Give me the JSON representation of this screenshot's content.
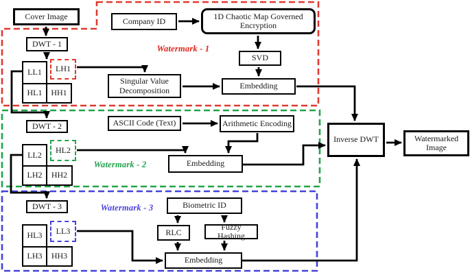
{
  "diagram": {
    "description": "Triple watermark embedding scheme flow diagram",
    "nodes": {
      "cover_image": {
        "label": "Cover Image"
      },
      "dwt1": {
        "label": "DWT - 1"
      },
      "ll1": {
        "label": "LL1"
      },
      "lh1": {
        "label": "LH1"
      },
      "hl1": {
        "label": "HL1"
      },
      "hh1": {
        "label": "HH1"
      },
      "company_id": {
        "label": "Company ID"
      },
      "chaotic": {
        "label": "1D Chaotic Map Governed Encryption"
      },
      "svd": {
        "label": "SVD"
      },
      "svd_decomp": {
        "label": "Singular Value Decomposition"
      },
      "embedding1": {
        "label": "Embedding"
      },
      "dwt2": {
        "label": "DWT - 2"
      },
      "ascii_code": {
        "label": "ASCII Code (Text)"
      },
      "arithmetic": {
        "label": "Arithmetic Encoding"
      },
      "ll2": {
        "label": "LL2"
      },
      "hl2": {
        "label": "HL2"
      },
      "lh2": {
        "label": "LH2"
      },
      "hh2": {
        "label": "HH2"
      },
      "embedding2": {
        "label": "Embedding"
      },
      "dwt3": {
        "label": "DWT - 3"
      },
      "hl3": {
        "label": "HL3"
      },
      "ll3": {
        "label": "LL3"
      },
      "lh3": {
        "label": "LH3"
      },
      "hh3": {
        "label": "HH3"
      },
      "biometric": {
        "label": "Biometric ID"
      },
      "rlc": {
        "label": "RLC"
      },
      "fuzzy": {
        "label": "Fuzzy Hashing"
      },
      "embedding3": {
        "label": "Embedding"
      },
      "inverse_dwt": {
        "label": "Inverse DWT"
      },
      "watermarked": {
        "label": "Watermarked Image"
      }
    },
    "regions": {
      "watermark1": {
        "label": "Watermark - 1",
        "color": "#e02318"
      },
      "watermark2": {
        "label": "Watermark - 2",
        "color": "#1ea24a"
      },
      "watermark3": {
        "label": "Watermark - 3",
        "color": "#4a3fe0"
      }
    },
    "edges": [
      "Cover Image -> DWT - 1",
      "DWT - 1 -> {LL1, LH1, HL1, HH1}",
      "LH1 -> Singular Value Decomposition",
      "Company ID -> 1D Chaotic Map Governed Encryption",
      "1D Chaotic Map Governed Encryption -> SVD",
      "SVD -> Embedding (1)",
      "Singular Value Decomposition -> Embedding (1)",
      "Embedding (1) -> Inverse DWT",
      "LL1 -> DWT - 2",
      "DWT - 2 -> {LL2, HL2, LH2, HH2}",
      "ASCII Code (Text) -> Arithmetic Encoding",
      "Arithmetic Encoding -> Embedding (2)",
      "HL2 -> Embedding (2)",
      "Embedding (2) -> Inverse DWT",
      "LL2 -> DWT - 3",
      "DWT - 3 -> {HL3, LL3, LH3, HH3}",
      "LL3 -> Embedding (3)",
      "Biometric ID -> RLC",
      "Biometric ID -> Fuzzy Hashing",
      "RLC -> Embedding (3)",
      "Fuzzy Hashing -> Embedding (3)",
      "Embedding (3) -> Inverse DWT",
      "Inverse DWT -> Watermarked Image"
    ],
    "colors": {
      "line": "#000000",
      "box_border": "#000000",
      "background": "#ffffff"
    }
  }
}
